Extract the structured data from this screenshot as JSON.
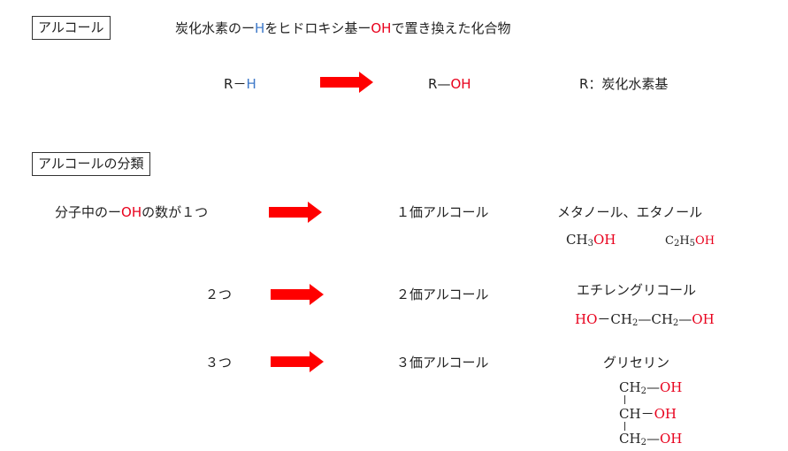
{
  "section1": {
    "label": "アルコール",
    "definition": {
      "part1": "炭化水素の",
      "dash1": "ー",
      "h": "H",
      "part2": "をヒドロキシ基",
      "dash2": "ー",
      "oh": "OH",
      "part3": "で置き換えた化合物"
    },
    "reaction": {
      "left_r": "R",
      "left_dash": "－",
      "left_h": "H",
      "right_r": "R",
      "right_dash": "—",
      "right_oh": "OH",
      "note": "R：炭化水素基"
    }
  },
  "section2": {
    "label": "アルコールの分類",
    "rows": [
      {
        "count_prefix": "分子中の",
        "count_dash": "ー",
        "count_oh": "OH",
        "count_suffix": "の数が１つ",
        "valence": "１価アルコール",
        "examples_name": "メタノール、エタノール",
        "ex1": {
          "c": "CH",
          "sub": "3",
          "oh": "OH"
        },
        "ex2": {
          "c": "C",
          "sub1": "2",
          "h": "H",
          "sub2": "5",
          "oh": "OH"
        }
      },
      {
        "count": "２つ",
        "valence": "２価アルコール",
        "examples_name": "エチレングリコール",
        "formula": {
          "ho": "HO",
          "d1": "－",
          "ch_a": "CH",
          "sub_a": "2",
          "d2": "—",
          "ch_b": "CH",
          "sub_b": "2",
          "d3": "—",
          "oh": "OH"
        }
      },
      {
        "count": "３つ",
        "valence": "３価アルコール",
        "examples_name": "グリセリン",
        "formula": {
          "l1_ch": "CH",
          "l1_sub": "2",
          "l1_dash": "—",
          "l1_oh": "OH",
          "l2_ch": "CH",
          "l2_dash": "－",
          "l2_oh": "OH",
          "l3_ch": "CH",
          "l3_sub": "2",
          "l3_dash": "—",
          "l3_oh": "OH"
        }
      }
    ]
  },
  "colors": {
    "accent_red": "#e8001c",
    "accent_blue": "#3d78c8",
    "arrow_red": "#ff0000"
  }
}
